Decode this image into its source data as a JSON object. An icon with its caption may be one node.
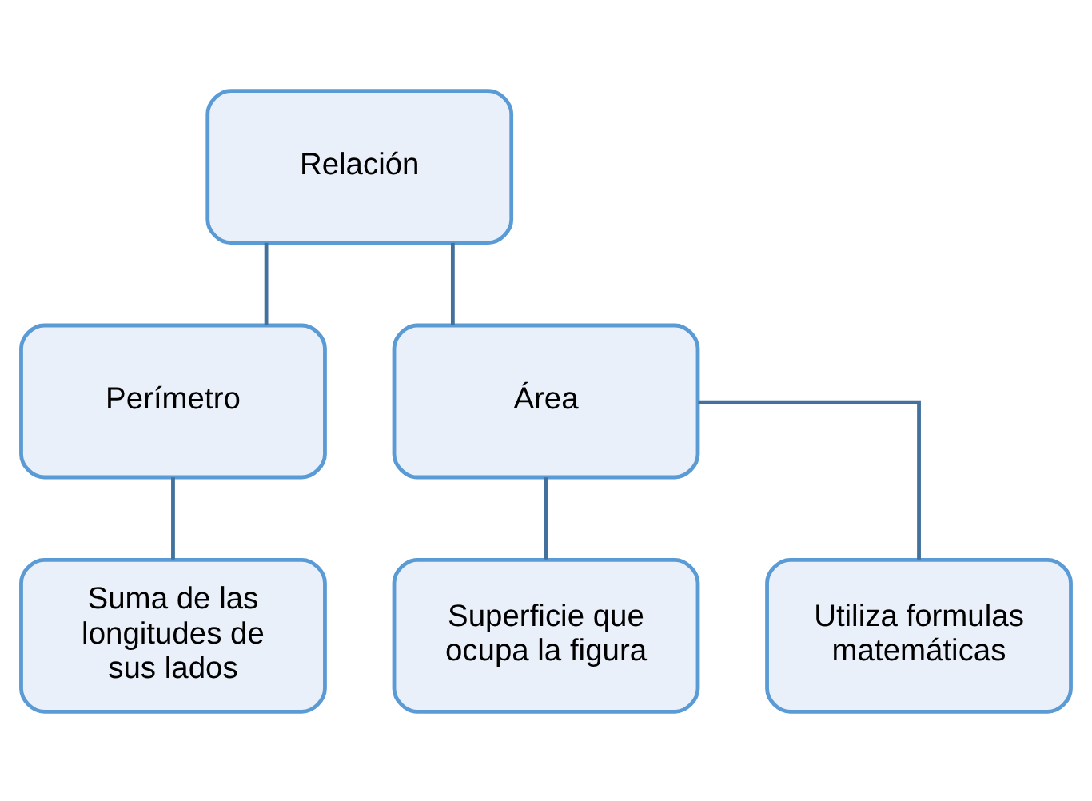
{
  "diagram": {
    "nodes": [
      {
        "text": [
          "Relación"
        ]
      },
      {
        "text": [
          "Perímetro"
        ]
      },
      {
        "text": [
          "Área"
        ]
      },
      {
        "text": [
          "Suma de las longitudes de sus lados"
        ]
      },
      {
        "text": [
          "Superficie que ocupa la figura"
        ]
      },
      {
        "text": [
          "Utiliza formulas matemáticas"
        ]
      }
    ],
    "edges": [
      {
        "from": 0,
        "to": 1,
        "arrow": "none"
      },
      {
        "from": 0,
        "to": 2,
        "arrow": "none"
      },
      {
        "from": 1,
        "to": 3,
        "arrow": "none"
      },
      {
        "from": 2,
        "to": 4,
        "arrow": "none"
      },
      {
        "from": 2,
        "to": 5,
        "arrow": "none"
      }
    ]
  }
}
